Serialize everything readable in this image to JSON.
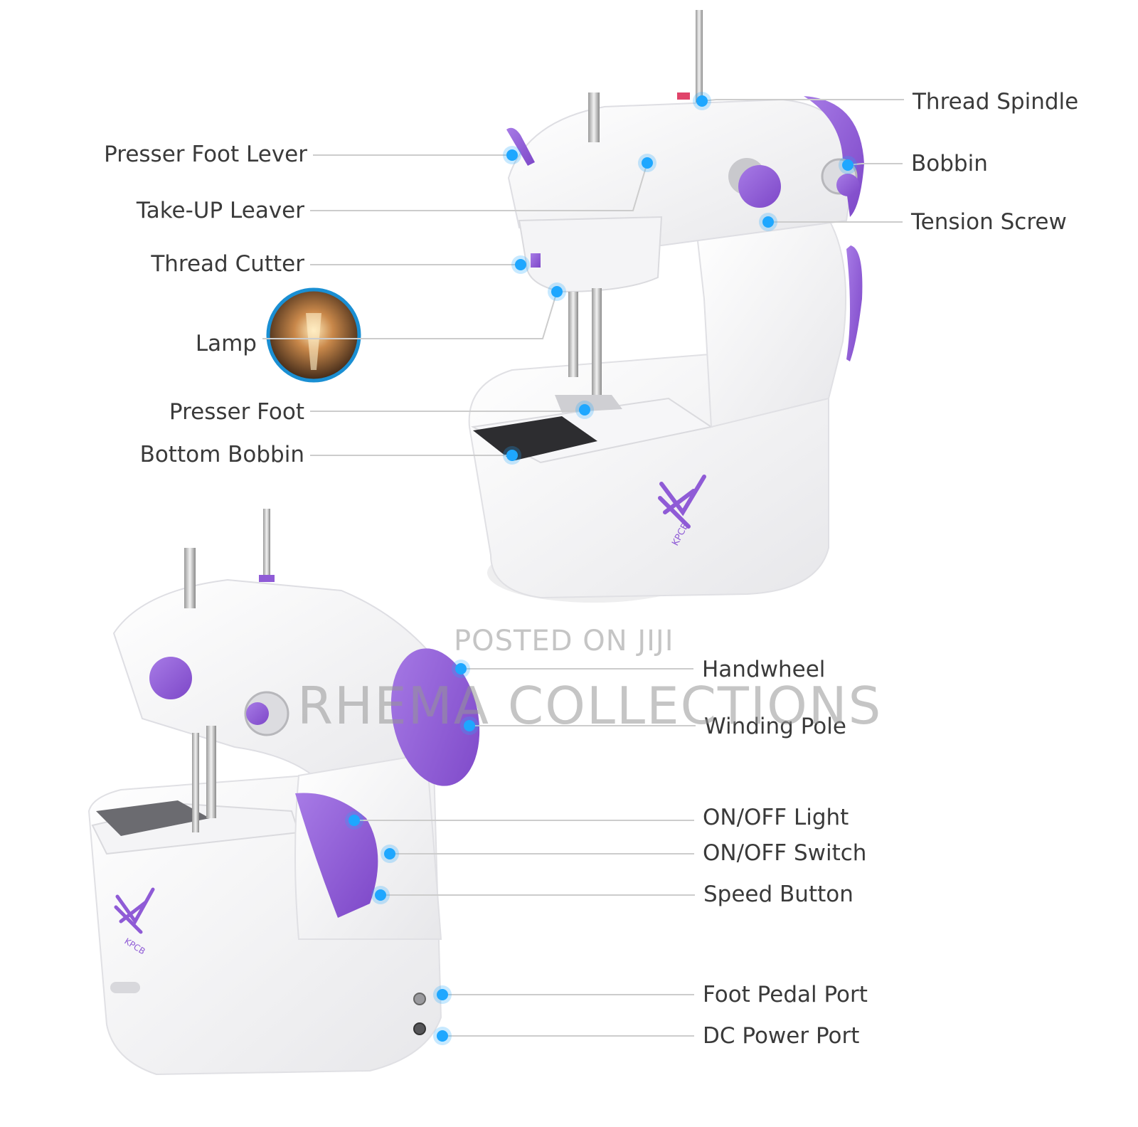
{
  "watermark": {
    "posted": "POSTED ON JIJI",
    "shop": "RHEMA COLLECTIONS"
  },
  "brand": {
    "logo_text": "KPCB"
  },
  "colors": {
    "accent": "#8f5bd6",
    "callout_dot": "#1ea7ff",
    "leader_line": "#cccccc",
    "label_text": "#3a3a3a",
    "body": "#f2f2f4"
  },
  "labels": {
    "thread_spindle": "Thread Spindle",
    "bobbin": "Bobbin",
    "tension_screw": "Tension Screw",
    "presser_foot_lever": "Presser Foot Lever",
    "take_up_lever": "Take-UP Leaver",
    "thread_cutter": "Thread Cutter",
    "lamp": "Lamp",
    "presser_foot": "Presser Foot",
    "bottom_bobbin": "Bottom Bobbin",
    "handwheel": "Handwheel",
    "winding_pole": "Winding Pole",
    "on_off_light": "ON/OFF Light",
    "on_off_switch": "ON/OFF Switch",
    "speed_button": "Speed Button",
    "foot_pedal_port": "Foot Pedal Port",
    "dc_power_port": "DC Power Port"
  }
}
